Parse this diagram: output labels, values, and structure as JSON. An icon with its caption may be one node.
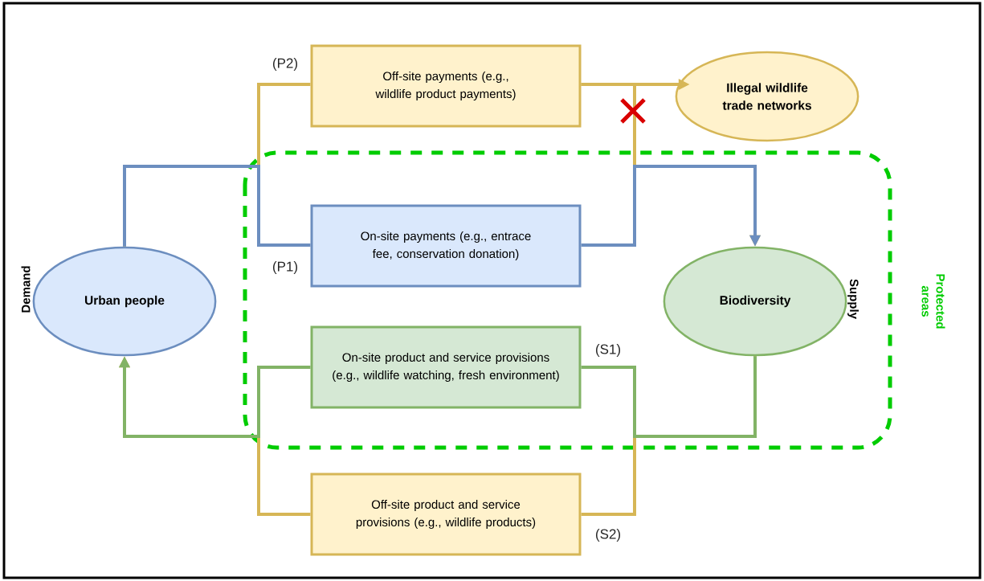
{
  "diagram": {
    "nodes": [
      {
        "text": [
          "Off-site payments (e.g., wildlife product payments)"
        ],
        "beside": [
          "(P2)"
        ]
      },
      {
        "text": [
          "Illegal wildlife trade networks"
        ]
      },
      {
        "text": [
          "Protected areas"
        ]
      },
      {
        "text": [
          "On-site payments (e.g., entrace fee, conservation donation)"
        ],
        "in": 2,
        "beside": [
          "(P1)"
        ]
      },
      {
        "text": [
          "Urban people"
        ]
      },
      {
        "text": [
          "Biodiversity"
        ],
        "in": 2
      },
      {
        "text": [
          "On-site product and service provisions (e.g., wildlife watching, fresh environment)"
        ],
        "in": 2,
        "beside": [
          "(S1)"
        ]
      },
      {
        "text": [
          "Off-site product and service provisions (e.g., wildlife products)"
        ],
        "beside": [
          "(S2)"
        ]
      }
    ],
    "edges": [
      {
        "from": 4,
        "to": 0,
        "arrow": "none",
        "color": "#d6b656"
      },
      {
        "from": 0,
        "to": 1,
        "arrow": "to",
        "color": "#d6b656"
      },
      {
        "from": 0,
        "to": 5,
        "arrow": "to",
        "color": "#d6b656"
      },
      {
        "from": 5,
        "to": 7,
        "arrow": "none",
        "color": "#d6b656"
      },
      {
        "from": 7,
        "to": 4,
        "arrow": "to",
        "color": "#d6b656"
      },
      {
        "from": 4,
        "to": 3,
        "arrow": "none",
        "color": "#6c8ebf"
      },
      {
        "from": 3,
        "to": 5,
        "arrow": "to",
        "color": "#6c8ebf"
      },
      {
        "from": 5,
        "to": 6,
        "arrow": "none",
        "color": "#82b366"
      },
      {
        "from": 6,
        "to": 4,
        "arrow": "to",
        "color": "#82b366"
      }
    ],
    "labels": [
      "Demand",
      "Supply"
    ]
  }
}
